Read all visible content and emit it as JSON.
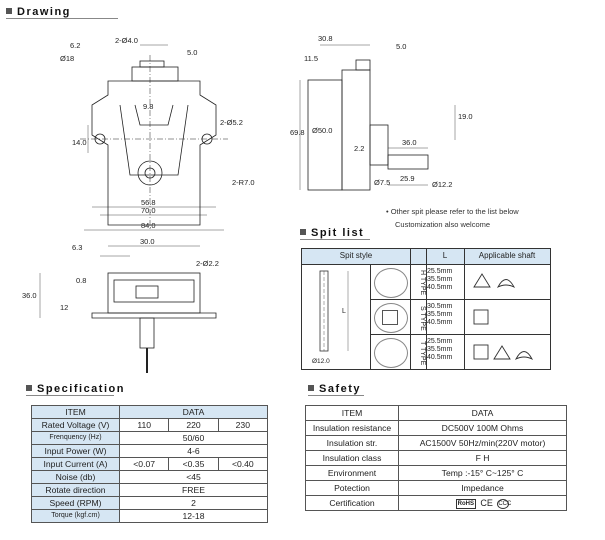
{
  "titles": {
    "drawing": "Drawing",
    "spit_list": "Spit list",
    "specification": "Specification",
    "safety": "Safety"
  },
  "drawing_dims": {
    "top_view": [
      "2-Ø4.0",
      "6.2",
      "Ø18",
      "5.0",
      "9.8",
      "2-Ø5.2",
      "14.0",
      "2-R7.0",
      "56.8",
      "70.0",
      "84.0"
    ],
    "front_view": [
      "6.3",
      "30.0",
      "2-Ø2.2",
      "0.8",
      "36.0",
      "12"
    ],
    "side_view": [
      "30.8",
      "5.0",
      "11.5",
      "69.8",
      "Ø50.0",
      "19.0",
      "2.2",
      "36.0",
      "25.9",
      "Ø12.2",
      "Ø7.5"
    ]
  },
  "notes": {
    "line1": "Other spit please refer to the list below",
    "line2": "Customization also welcome"
  },
  "spit_list": {
    "headers": [
      "Spit style",
      "L",
      "Applicable shaft"
    ],
    "detail_label": "Ø12.0",
    "detail_L": "L",
    "rows": [
      {
        "type": "H TYPE",
        "lengths": [
          "25.5mm",
          "35.5mm",
          "40.5mm"
        ],
        "shafts": [
          "triangle",
          "tri-lobe"
        ]
      },
      {
        "type": "S TYPE",
        "lengths": [
          "30.5mm",
          "35.5mm",
          "40.5mm"
        ],
        "shafts": [
          "square"
        ]
      },
      {
        "type": "T TYPE",
        "lengths": [
          "25.5mm",
          "35.5mm",
          "40.5mm"
        ],
        "shafts": [
          "square",
          "triangle",
          "tri-lobe"
        ]
      }
    ]
  },
  "specification": {
    "item_header": "ITEM",
    "data_header": "DATA",
    "rows": [
      {
        "item": "Rated Voltage (V)",
        "values": [
          "110",
          "220",
          "230"
        ]
      },
      {
        "item": "Frenquency (Hz)",
        "small": true,
        "value": "50/60"
      },
      {
        "item": "Input Power (W)",
        "value": "4-6"
      },
      {
        "item": "Input Current (A)",
        "values": [
          "<0.07",
          "<0.35",
          "<0.40"
        ]
      },
      {
        "item": "Noise (db)",
        "value": "<45"
      },
      {
        "item": "Rotate direction",
        "value": "FREE"
      },
      {
        "item": "Speed (RPM)",
        "value": "2"
      },
      {
        "item": "Torque (kgf.cm)",
        "small": true,
        "value": "12-18"
      }
    ]
  },
  "safety": {
    "item_header": "ITEM",
    "data_header": "DATA",
    "rows": [
      {
        "item": "Insulation resistance",
        "value": "DC500V  100M Ohms"
      },
      {
        "item": "Insulation str.",
        "value": "AC1500V 50Hz/min(220V motor)"
      },
      {
        "item": "Insulation class",
        "value": "F H"
      },
      {
        "item": "Environment",
        "value": "Temp :-15° C~125° C"
      },
      {
        "item": "Potection",
        "value": "Impedance"
      },
      {
        "item": "Certification",
        "cert": [
          "RoHS",
          "CE",
          "CCC"
        ]
      }
    ]
  }
}
